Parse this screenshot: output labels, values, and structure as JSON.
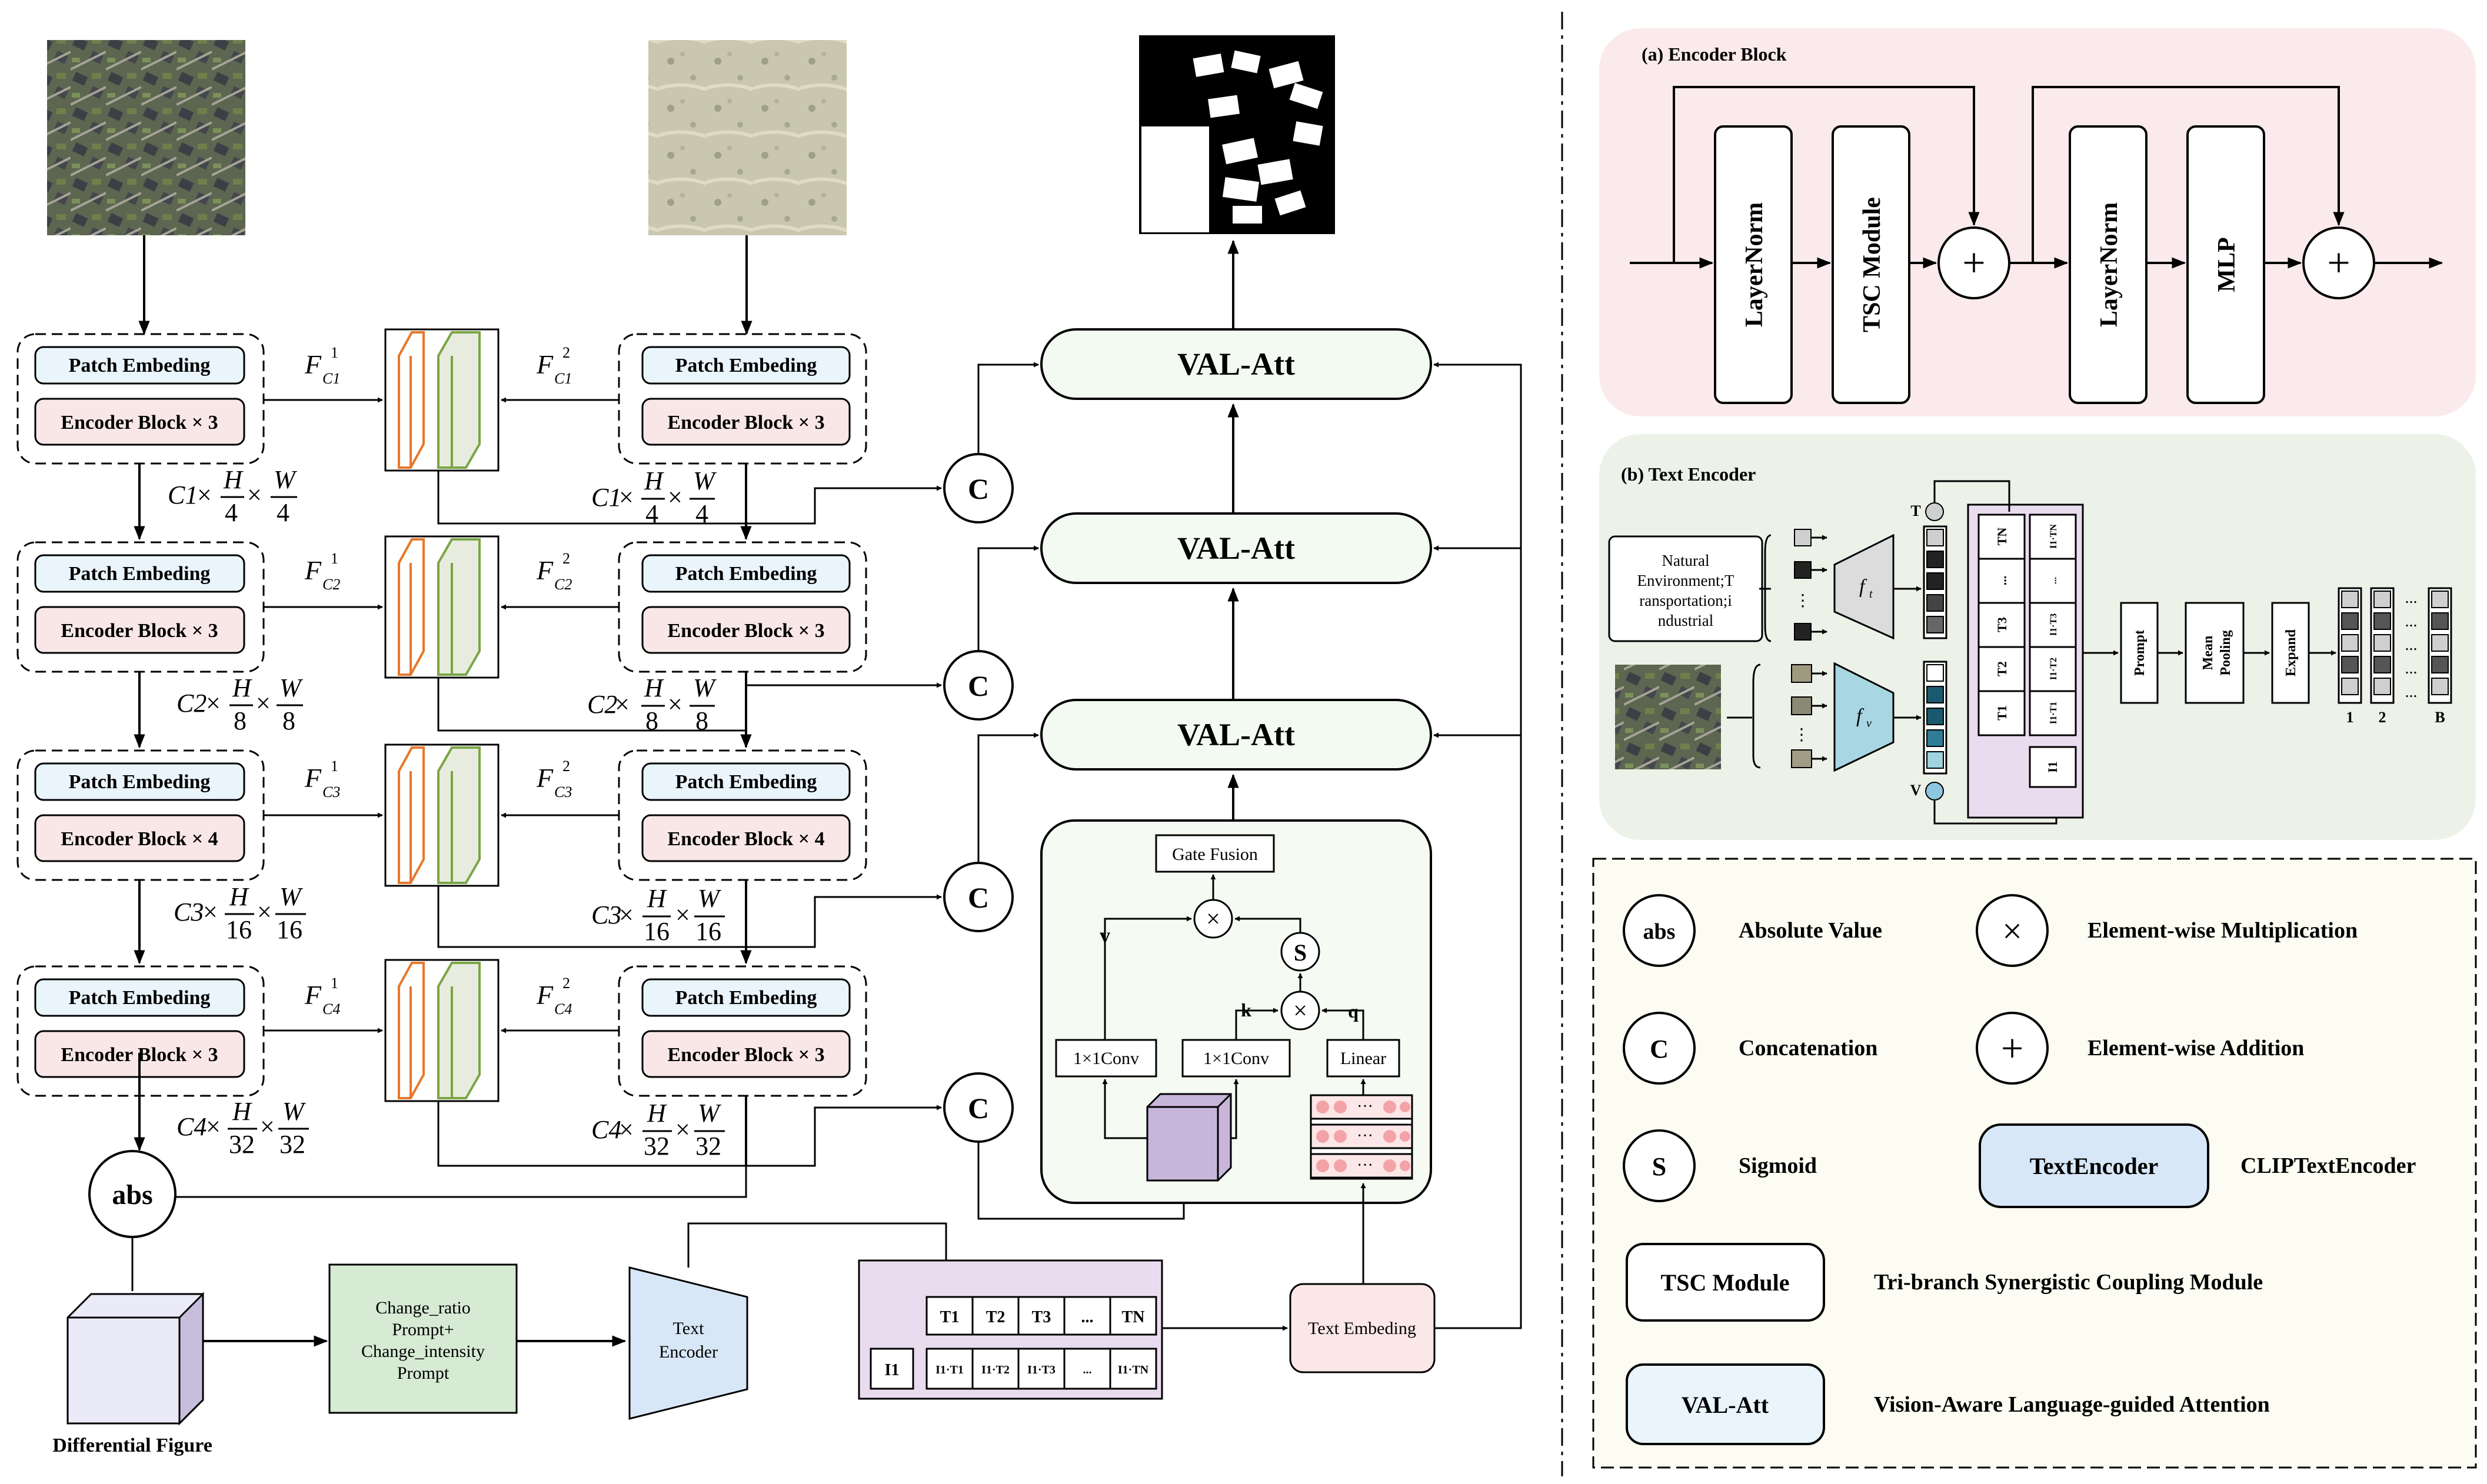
{
  "main": {
    "patch_embed": "Patch Embeding",
    "enc_blocks": [
      "Encoder Block × 3",
      "Encoder Block × 3",
      "Encoder Block × 4",
      "Encoder Block × 3"
    ],
    "feat_main": "F",
    "feat_sub1": [
      "C1",
      "C2",
      "C3",
      "C4"
    ],
    "feat_sup": [
      "1",
      "2"
    ],
    "dim_c": [
      "C1",
      "C2",
      "C3",
      "C4"
    ],
    "dim_times": "×",
    "dim_h": "H",
    "dim_w": "W",
    "dim_den": [
      "4",
      "8",
      "16",
      "32"
    ],
    "concat": "C",
    "val_att": "VAL-Att",
    "abs": "abs",
    "diff_figure": "Differential Figure",
    "prompt_lines": [
      "Change_ratio",
      "Prompt+",
      "Change_intensity",
      "Prompt"
    ],
    "text_encoder_lines": [
      "Text",
      "Encoder"
    ],
    "text_embed": "Text Embeding",
    "matrix": {
      "row_t": [
        "T1",
        "T2",
        "T3",
        "...",
        "TN"
      ],
      "col_i": "I1",
      "row_it": [
        "I1·T1",
        "I1·T2",
        "I1·T3",
        "...",
        "I1·TN"
      ]
    },
    "detail": {
      "gate_fusion": "Gate Fusion",
      "v": "v",
      "k": "k",
      "q": "q",
      "s": "S",
      "conv": "1×1Conv",
      "linear": "Linear",
      "ellipsis": "···"
    }
  },
  "encoder_block": {
    "title": "(a) Encoder Block",
    "layernorm": "LayerNorm",
    "tsc": "TSC Module",
    "mlp": "MLP"
  },
  "text_encoder_panel": {
    "title": "(b) Text Encoder",
    "input_text": [
      "Natural",
      "Environment;T",
      "ransportation;i",
      "ndustrial"
    ],
    "ft": "f",
    "ft_sub": "t",
    "fv": "f",
    "fv_sub": "v",
    "t_label": "T",
    "v_label": "V",
    "tn_cols": [
      "TN",
      "...",
      "T3",
      "T2",
      "T1"
    ],
    "it_cols": [
      "I1·TN",
      "...",
      "I1·T3",
      "I1·T2",
      "I1·T1"
    ],
    "i1": "I1",
    "prompt": "Prompt",
    "mean_pooling": [
      "Mean",
      "Pooling"
    ],
    "expand": "Expand",
    "batch_labels": [
      "1",
      "2",
      "B"
    ],
    "dots": "..."
  },
  "legend": [
    {
      "symbol": "abs",
      "label": "Absolute Value"
    },
    {
      "symbol": "×",
      "label": "Element-wise Multiplication"
    },
    {
      "symbol": "C",
      "label": "Concatenation"
    },
    {
      "symbol": "+",
      "label": "Element-wise Addition"
    },
    {
      "symbol": "S",
      "label": "Sigmoid"
    },
    {
      "symbol": "TextEncoder",
      "label": "CLIPTextEncoder"
    },
    {
      "symbol": "TSC Module",
      "label": "Tri-branch Synergistic Coupling Module"
    },
    {
      "symbol": "VAL-Att",
      "label": "Vision-Aware Language-guided Attention"
    }
  ],
  "colors": {
    "patch_fill": "#e9f5fb",
    "enc_fill": "#f9e7e7",
    "val_fill": "#f3faf2",
    "prompt_fill": "#d6ead4",
    "text_enc_fill": "#d7e7f7",
    "matrix_fill": "#eadcef",
    "embed_fill": "#fbe7e8",
    "panel_a_fill": "#fbeaec",
    "panel_b_fill": "#edf2e8",
    "legend_fill": "#fcfcf2",
    "orange": "#e8772b",
    "green": "#7aa544",
    "purple": "#b9a7cf"
  }
}
